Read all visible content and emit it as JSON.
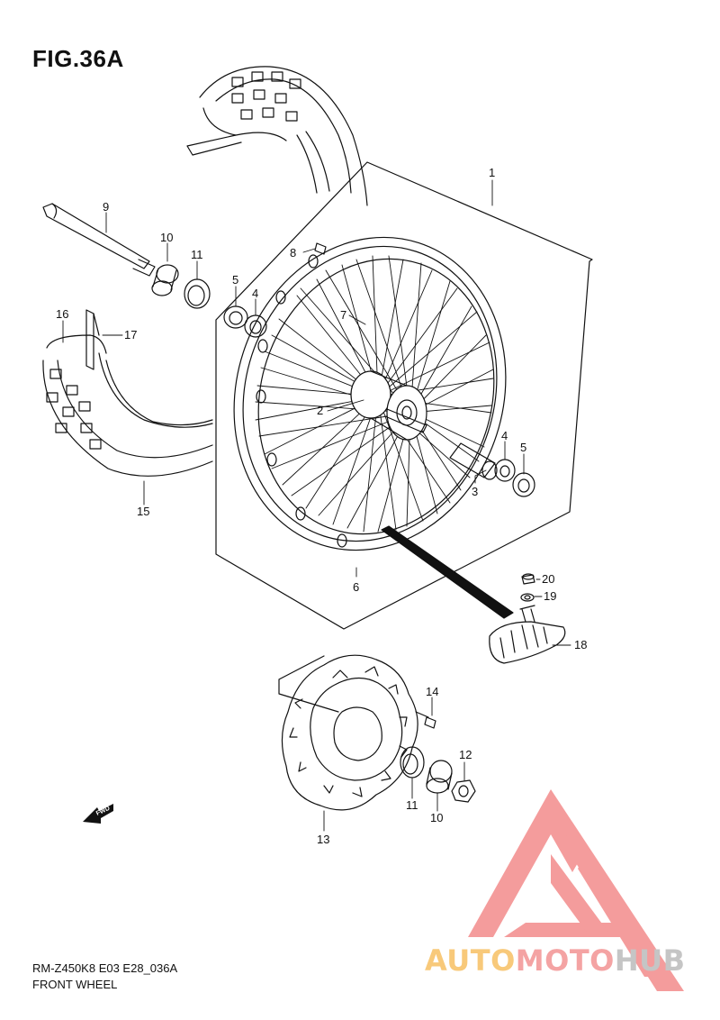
{
  "figure": {
    "title": "FIG.36A",
    "model_code": "RM-Z450K8 E03 E28_036A",
    "assembly_name": "FRONT WHEEL",
    "fwd_marker": "FWD"
  },
  "callouts": {
    "c1": "1",
    "c2": "2",
    "c3": "3",
    "c4a": "4",
    "c4b": "4",
    "c5a": "5",
    "c5b": "5",
    "c6": "6",
    "c7": "7",
    "c8": "8",
    "c9": "9",
    "c10a": "10",
    "c10b": "10",
    "c11a": "11",
    "c11b": "11",
    "c12": "12",
    "c13": "13",
    "c14": "14",
    "c15": "15",
    "c16": "16",
    "c17": "17",
    "c18": "18",
    "c19": "19",
    "c20": "20"
  },
  "watermark": {
    "text_part1": "AUTO",
    "text_part2": "MOTO",
    "text_part3": "HUB",
    "color_light": "#f8c97a",
    "color_mid": "#f4a3a3",
    "color_dark": "#c5c5c5",
    "logo_color": "#f38b8b"
  }
}
